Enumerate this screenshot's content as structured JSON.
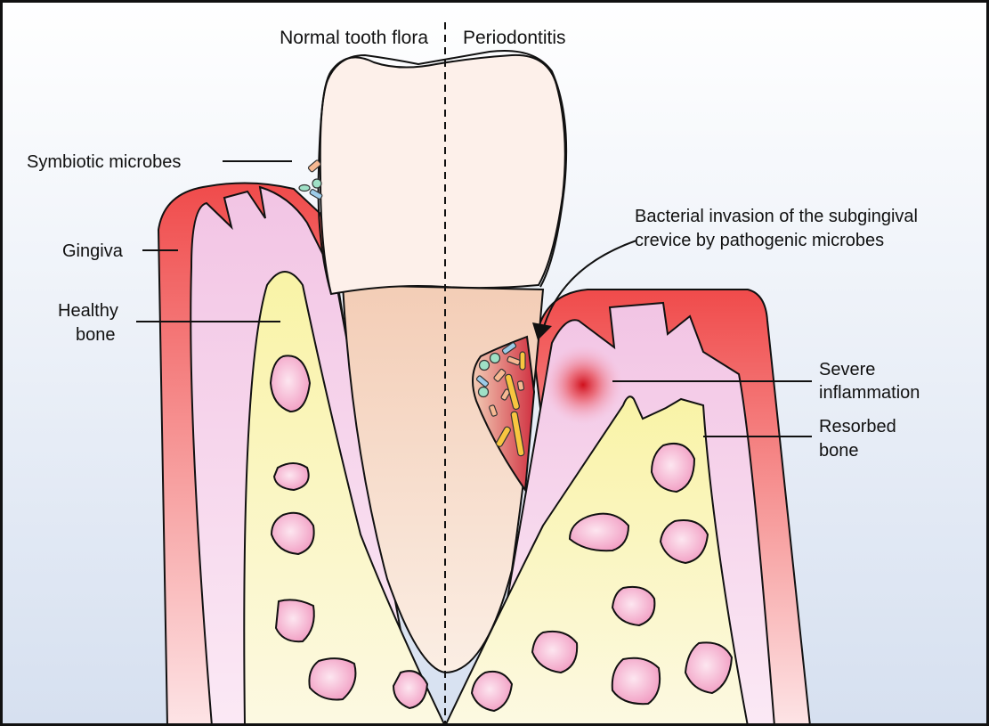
{
  "headers": {
    "left": "Normal tooth flora",
    "right": "Periodontitis"
  },
  "labels": {
    "symbiotic": "Symbiotic microbes",
    "gingiva": "Gingiva",
    "healthy_bone_1": "Healthy",
    "healthy_bone_2": "bone",
    "invasion_1": "Bacterial invasion of the subgingival",
    "invasion_2": "crevice by pathogenic microbes",
    "inflammation_1": "Severe",
    "inflammation_2": "inflammation",
    "resorbed_1": "Resorbed",
    "resorbed_2": "bone"
  },
  "colors": {
    "gingiva": "#f0605e",
    "gum_tissue": "#f3c6e4",
    "bone": "#f8f3b8",
    "marrow": "#f3a8c8",
    "enamel": "#fdf3ee",
    "root": "#f6d3bd",
    "inflammation": "#d0202a"
  }
}
